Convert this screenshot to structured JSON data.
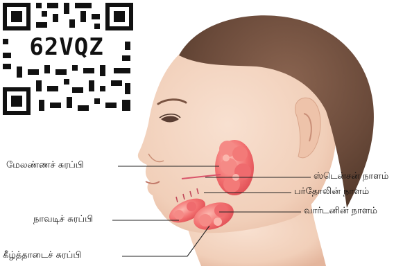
{
  "qr": {
    "code": "62VQZ"
  },
  "labels": {
    "parotid_gland": "மேலண்ணச் சுரப்பி",
    "stensen_duct": "ஸ்டென்சன் நாளம்",
    "bartholin_duct": "பர்தோலின் நாளம்",
    "sublingual_gland": "நாவடிச் சுரப்பி",
    "wharton_duct": "வார்டனின் நாளம்",
    "submandibular_gland": "கீழ்த்தாடைச் சுரப்பி"
  },
  "colors": {
    "skin": "#f3d2bd",
    "skin_shadow": "#e2b39a",
    "hair": "#6e4e3e",
    "gland": "#f06a6a",
    "gland_highlight": "#fbb0a8",
    "leader_line": "#222222"
  }
}
